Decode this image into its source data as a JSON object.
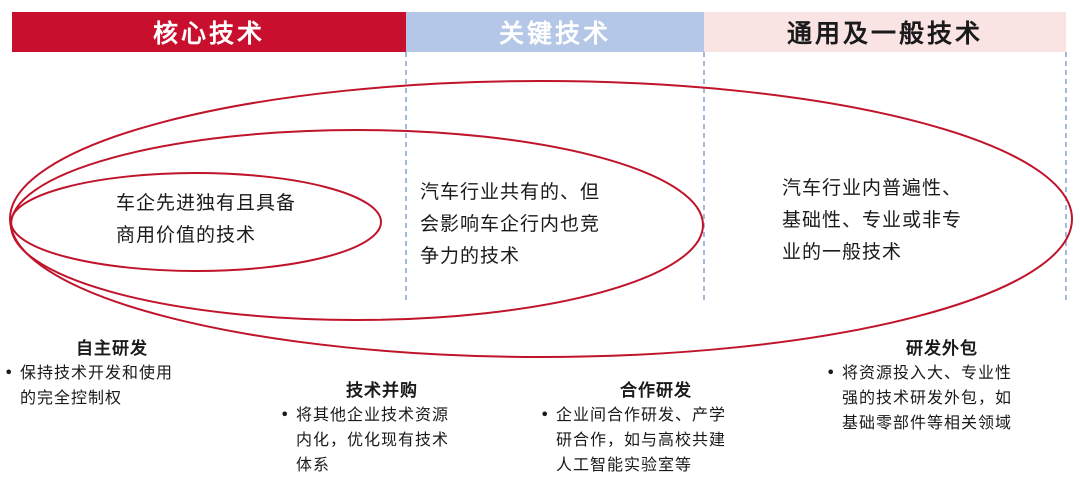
{
  "bands": {
    "core": "核心技术",
    "key": "关键技术",
    "general": "通用及一般技术"
  },
  "descriptions": {
    "core": [
      "车企先进独有且具备",
      "商用价值的技术"
    ],
    "key": [
      "汽车行业共有的、但",
      "会影响车企行内也竞",
      "争力的技术"
    ],
    "general": [
      "汽车行业内普遍性、",
      "基础性、专业或非专",
      "业的一般技术"
    ]
  },
  "approaches": [
    {
      "title": "自主研发",
      "lines": [
        "保持技术开发和使用",
        "的完全控制权"
      ]
    },
    {
      "title": "技术并购",
      "lines": [
        "将其他企业技术资源",
        "内化，优化现有技术",
        "体系"
      ]
    },
    {
      "title": "合作研发",
      "lines": [
        "企业间合作研发、产学",
        "研合作，如与高校共建",
        "人工智能实验室等"
      ]
    },
    {
      "title": "研发外包",
      "lines": [
        "将资源投入大、专业性",
        "强的技术研发外包，如",
        "基础零部件等相关领域"
      ]
    }
  ],
  "bullet_symbol": "•",
  "colors": {
    "core_band": "#c8102e",
    "key_band": "#b4c7e7",
    "general_band": "#f9e3e3",
    "ellipse_stroke": "#c0142b",
    "divider": "#6f95c9"
  }
}
